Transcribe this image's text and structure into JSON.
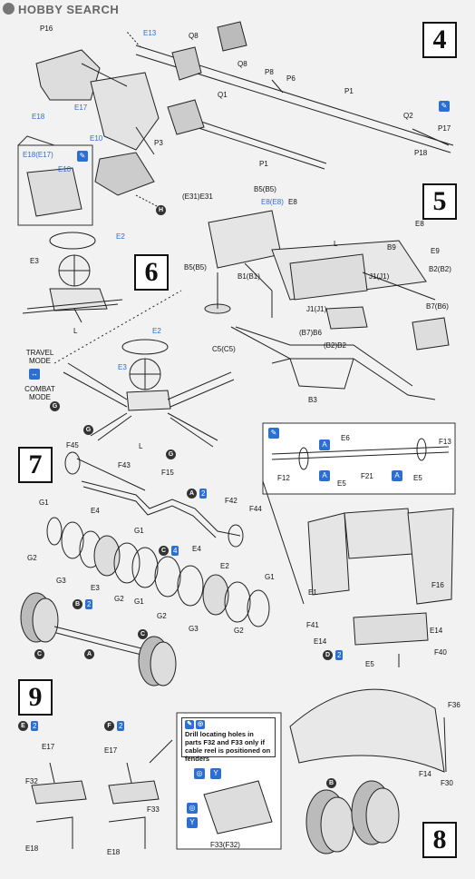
{
  "header": {
    "logo_text": "HOBBY SEARCH"
  },
  "steps": {
    "s4": "4",
    "s5": "5",
    "s6": "6",
    "s7": "7",
    "s8": "8",
    "s9": "9"
  },
  "parts": {
    "p16": "P16",
    "e18": "E18",
    "e17": "E17",
    "e10": "E10",
    "p3": "P3",
    "e18e17": "E18(E17)",
    "e10b": "E10",
    "h": "H",
    "e13": "E13",
    "q8a": "Q8",
    "q8b": "Q8",
    "q1": "Q1",
    "p8": "P8",
    "p6": "P6",
    "p1a": "P1",
    "q2": "Q2",
    "p17": "P17",
    "p18": "P18",
    "p1b": "P1",
    "e31": "(E31)E31",
    "b5b5top": "B5(B5)",
    "e8e8": "E8(E8)",
    "e8": "E8",
    "e8b": "E8",
    "e9": "E9",
    "b2b2": "B2(B2)",
    "b9": "B9",
    "j1j1a": "J1(J1)",
    "b7b6": "B7(B6)",
    "l5": "L",
    "b5b5": "B5(B5)",
    "b1b1": "B1(B1)",
    "c5c5": "C5(C5)",
    "j1j1b": "J1(J1)",
    "b7b6b": "(B7)B6",
    "b2b2b": "(B2)B2",
    "b3": "B3",
    "e2a": "E2",
    "e3a": "E3",
    "l6a": "L",
    "travel": "TRAVEL MODE",
    "combat": "COMBAT MODE",
    "e2b": "E2",
    "e3b": "E3",
    "g6a": "G",
    "g6b": "G",
    "g6c": "G",
    "l6b": "L",
    "f45": "F45",
    "f43": "F43",
    "f15": "F15",
    "e4a": "E4",
    "a2": "A",
    "a2n": "2",
    "f42": "F42",
    "f44": "F44",
    "e4b": "E4",
    "c4": "C",
    "c4n": "4",
    "g1a": "G1",
    "g2a": "G2",
    "g3a": "G3",
    "e3c": "E3",
    "g2b": "G2",
    "g1b": "G1",
    "g1c": "G1",
    "g2c": "G2",
    "g3b": "G3",
    "e2c": "E2",
    "g1d": "G1",
    "g2d": "G2",
    "b2": "B",
    "b2n": "2",
    "cA": "C",
    "aA": "A",
    "cB": "C",
    "f13": "F13",
    "e6": "E6",
    "f12": "F12",
    "f21": "F21",
    "e5a": "E5",
    "e5b": "E5",
    "e1": "E1",
    "f16": "F16",
    "f41": "F41",
    "e14a": "E14",
    "e14b": "E14",
    "f40": "F40",
    "d2": "D",
    "d2n": "2",
    "e5c": "E5",
    "f36": "F36",
    "f14": "F14",
    "f30": "F30",
    "bwheel": "B",
    "e2d": "E",
    "e2dn": "2",
    "f2": "F",
    "f2n": "2",
    "e17a": "E17",
    "e17b": "E17",
    "f32": "F32",
    "f33": "F33",
    "e18a": "E18",
    "e18b": "E18",
    "f33f32": "F33(F32)"
  },
  "note": {
    "text": "Drill locating holes in parts F32 and F33 only if cable reel is positioned on fenders"
  }
}
